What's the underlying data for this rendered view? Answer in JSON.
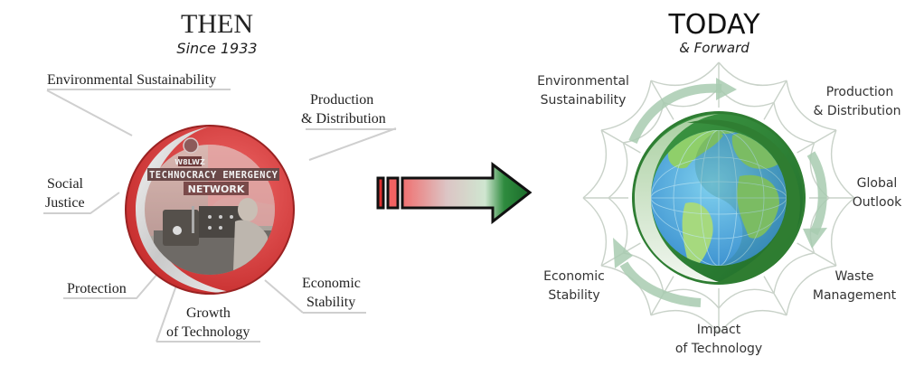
{
  "then": {
    "title": "THEN",
    "subtitle": "Since 1933",
    "photo": {
      "sign_callsign": "W8LWZ",
      "sign_line1": "TECHNOCRACY EMERGENCY",
      "sign_line2": "NETWORK"
    },
    "labels": {
      "environmental": "Environmental Sustainability",
      "production_1": "Production",
      "production_2": "& Distribution",
      "social_1": "Social",
      "social_2": "Justice",
      "protection": "Protection",
      "growth_1": "Growth",
      "growth_2": "of Technology",
      "economic_1": "Economic",
      "economic_2": "Stability"
    },
    "accent_color": "#e84545"
  },
  "transition_arrow": {
    "from_color": "#e84545",
    "to_color": "#1e7a2e"
  },
  "today": {
    "title": "TODAY",
    "subtitle": "& Forward",
    "labels": {
      "environmental_1": "Environmental",
      "environmental_2": "Sustainability",
      "production_1": "Production",
      "production_2": "& Distribution",
      "global_1": "Global",
      "global_2": "Outlook",
      "waste_1": "Waste",
      "waste_2": "Management",
      "impact_1": "Impact",
      "impact_2": "of Technology",
      "economic_1": "Economic",
      "economic_2": "Stability"
    },
    "accent_color": "#2e8b3a"
  }
}
